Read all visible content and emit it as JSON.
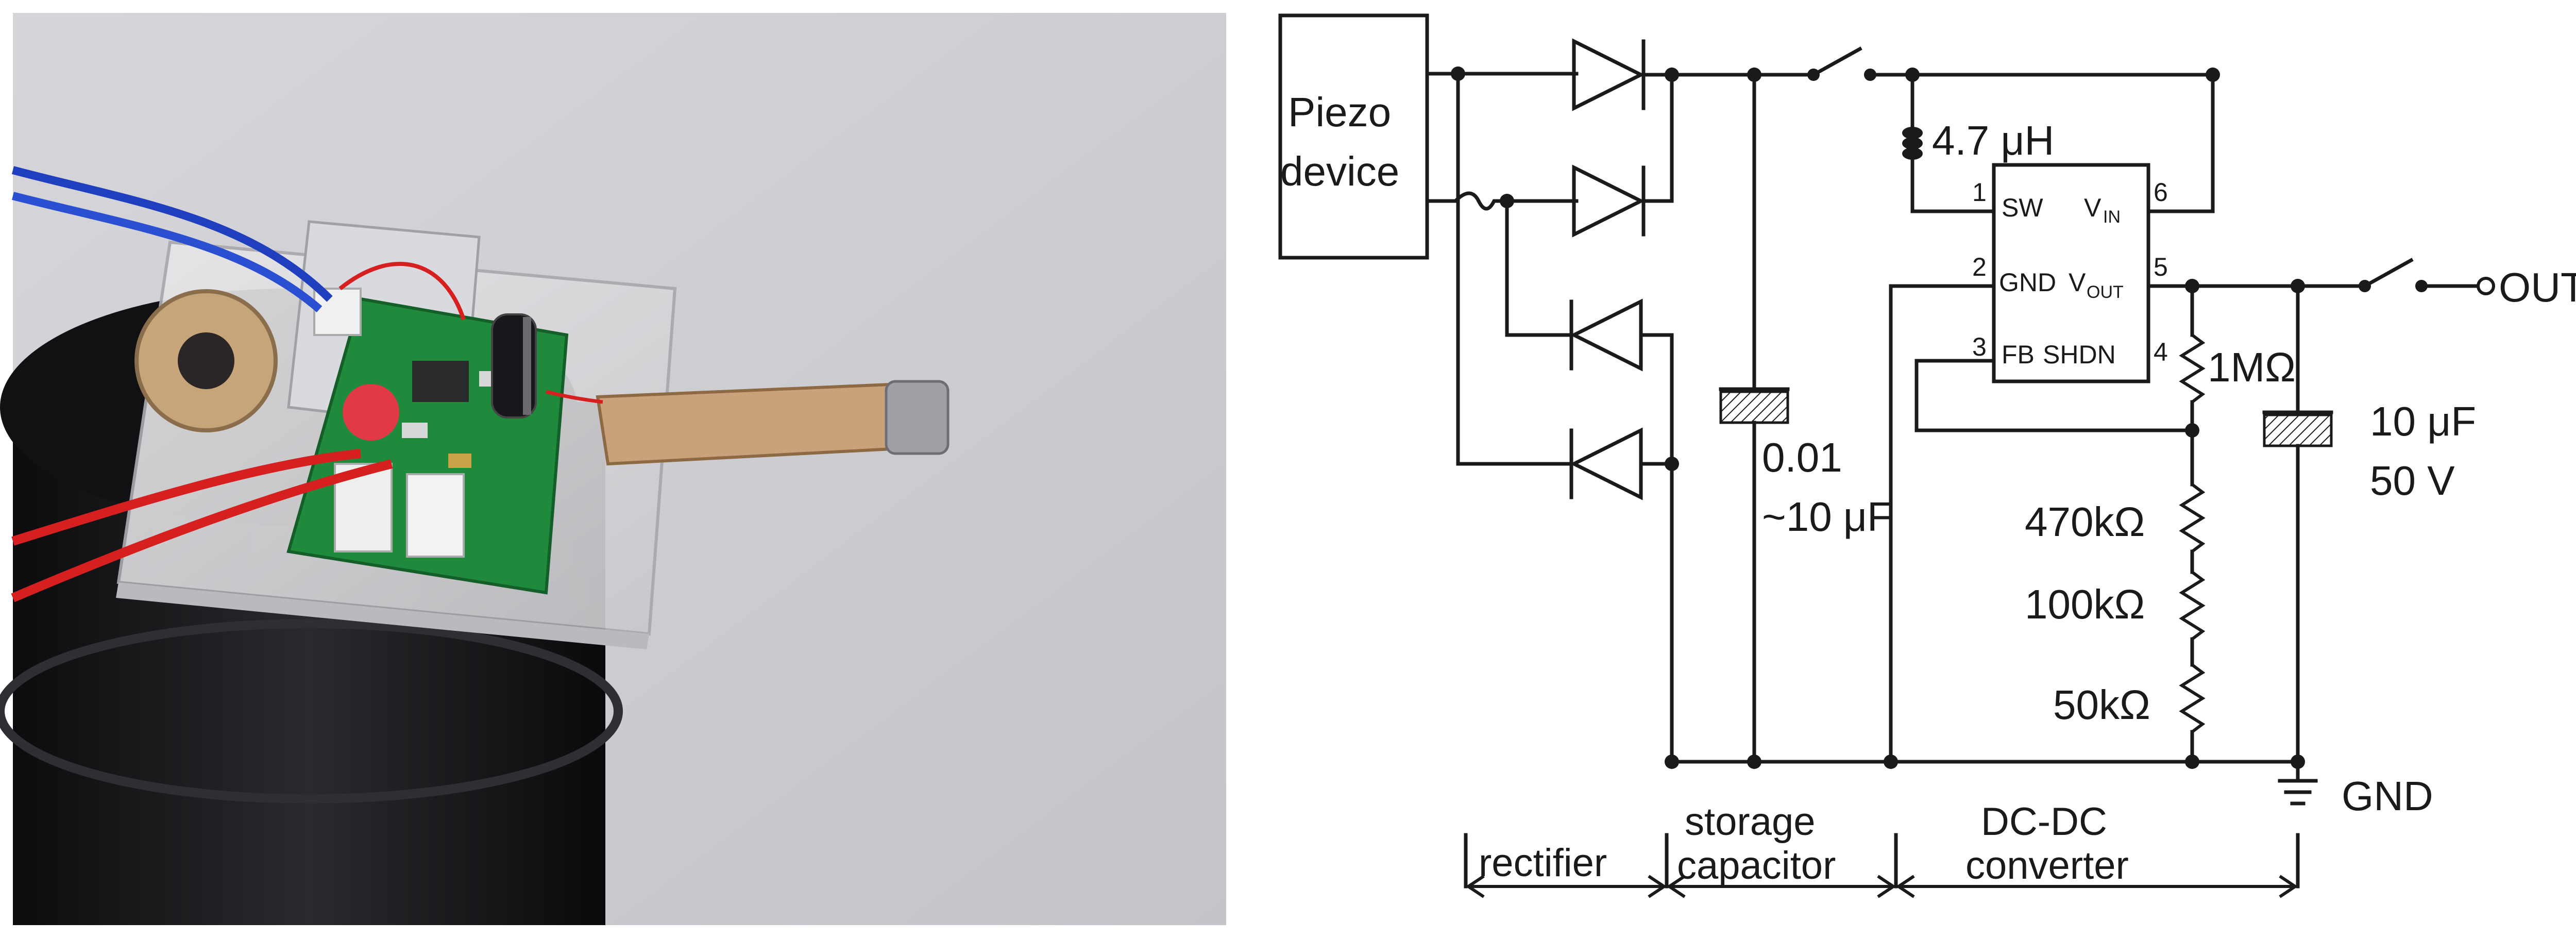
{
  "photo": {
    "kind": "photograph",
    "content": "piezoelectric energy harvester circuit board mounted on a black cylinder"
  },
  "circuit": {
    "piezo": {
      "line1": "Piezo",
      "line2": "device"
    },
    "inductor": "4.7 μH",
    "ic": {
      "pin1": "1",
      "pin2": "2",
      "pin3": "3",
      "pin4": "4",
      "pin5": "5",
      "pin6": "6",
      "sw": "SW",
      "vin": "V",
      "vin_sub": "IN",
      "gnd": "GND",
      "vout": "V",
      "vout_sub": "OUT",
      "fb": "FB",
      "shdn": "SHDN"
    },
    "storage_cap": {
      "line1": "0.01",
      "line2": "~10 μF"
    },
    "output_cap": {
      "line1": "10 μF",
      "line2": "50 V"
    },
    "resistors": [
      "1MΩ",
      "470kΩ",
      "100kΩ",
      "50kΩ"
    ],
    "out_label": "OUT",
    "gnd_label": "GND",
    "sections": {
      "rectifier": "rectifier",
      "storage_1": "storage",
      "storage_2": "capacitor",
      "dcdc_1": "DC-DC",
      "dcdc_2": "converter"
    }
  },
  "colors": {
    "wire": "#1a1a1a",
    "background": "#ffffff",
    "photo_bg": "#cfd0d4",
    "pcb_green": "#1f8a3c",
    "wire_red": "#d62020",
    "wire_blue": "#1f3fbf"
  }
}
